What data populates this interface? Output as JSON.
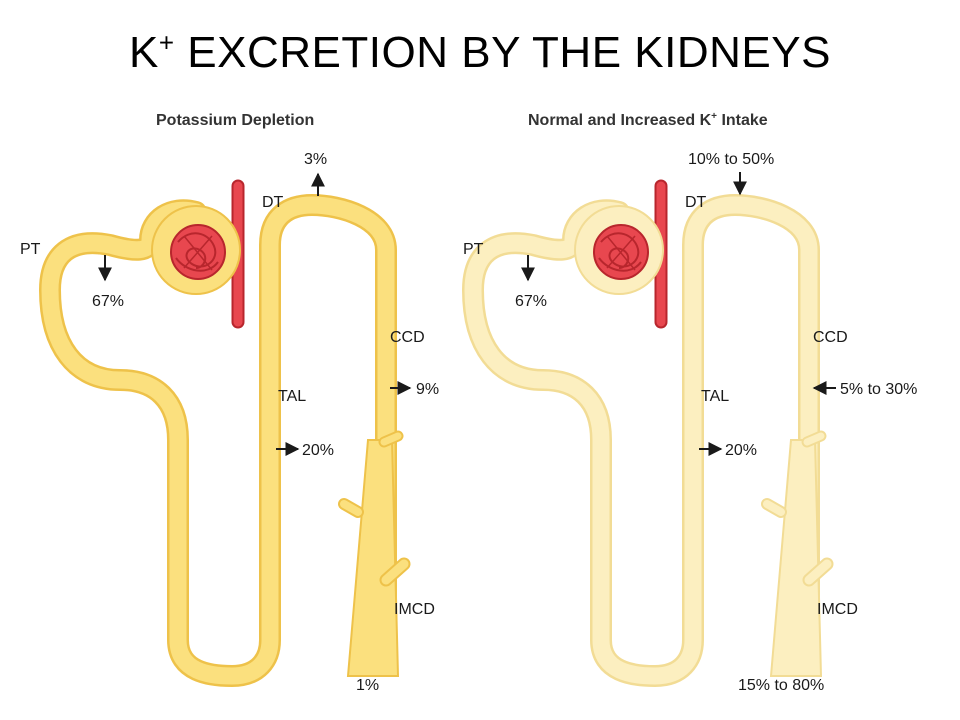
{
  "title": {
    "main": "K",
    "sup": "+",
    "rest": " EXCRETION BY THE KIDNEYS"
  },
  "left_panel": {
    "heading": "Potassium Depletion",
    "labels": {
      "pt": "PT",
      "pt_value": "67%",
      "dt": "DT",
      "dt_value": "3%",
      "tal": "TAL",
      "tal_value": "20%",
      "ccd": "CCD",
      "ccd_value": "9%",
      "imcd": "IMCD",
      "urine_value": "1%"
    }
  },
  "right_panel": {
    "heading_pre": "Normal and Increased K",
    "heading_sup": "+",
    "heading_post": " Intake",
    "labels": {
      "pt": "PT",
      "pt_value": "67%",
      "dt": "DT",
      "dt_value": "10% to 50%",
      "tal": "TAL",
      "tal_value": "20%",
      "ccd": "CCD",
      "ccd_value": "5% to 30%",
      "imcd": "IMCD",
      "urine_value": "15% to 80%"
    }
  },
  "colors": {
    "left_tubule_fill": "#fbe07e",
    "left_tubule_stroke": "#eec24a",
    "right_tubule_fill": "#fcefc0",
    "right_tubule_stroke": "#f2dc95",
    "glomerulus": "#e8474f",
    "glomerulus_dark": "#b8262d",
    "arrow": "#1a1a1a"
  }
}
